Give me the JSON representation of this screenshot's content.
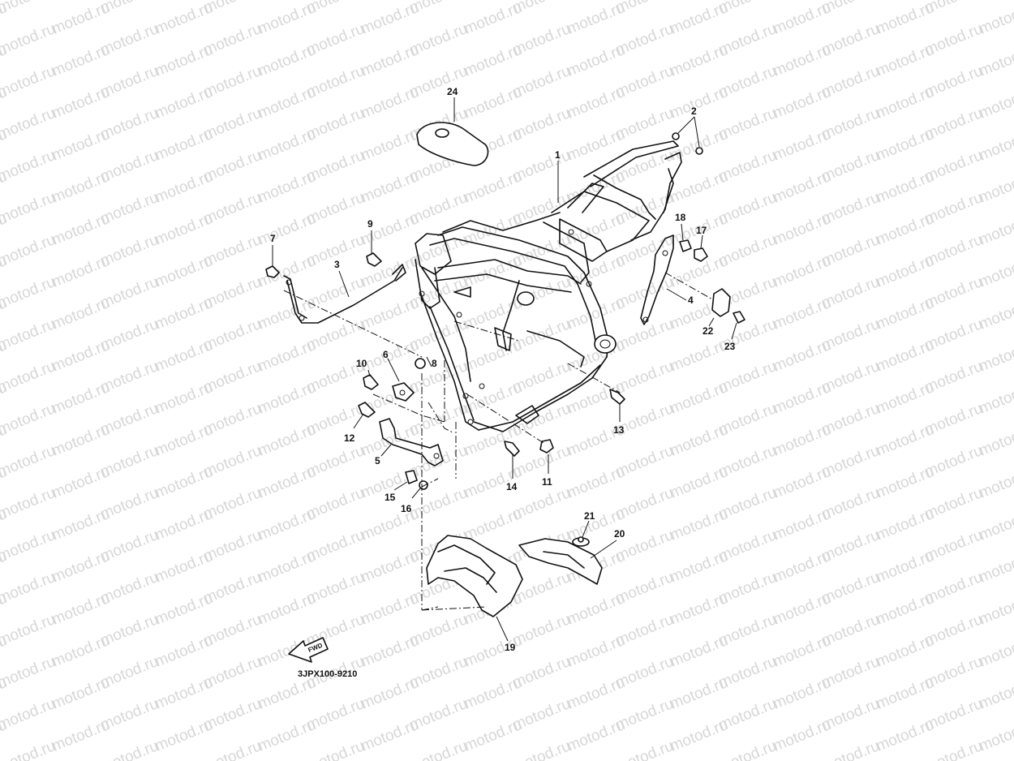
{
  "watermark": "motod.ru",
  "diagram_code": "3JPX100-9210",
  "fwd_label": "FWD",
  "callouts": [
    "1",
    "2",
    "3",
    "4",
    "5",
    "6",
    "7",
    "8",
    "9",
    "10",
    "11",
    "12",
    "13",
    "14",
    "15",
    "16",
    "17",
    "18",
    "19",
    "20",
    "21",
    "22",
    "23",
    "24"
  ]
}
